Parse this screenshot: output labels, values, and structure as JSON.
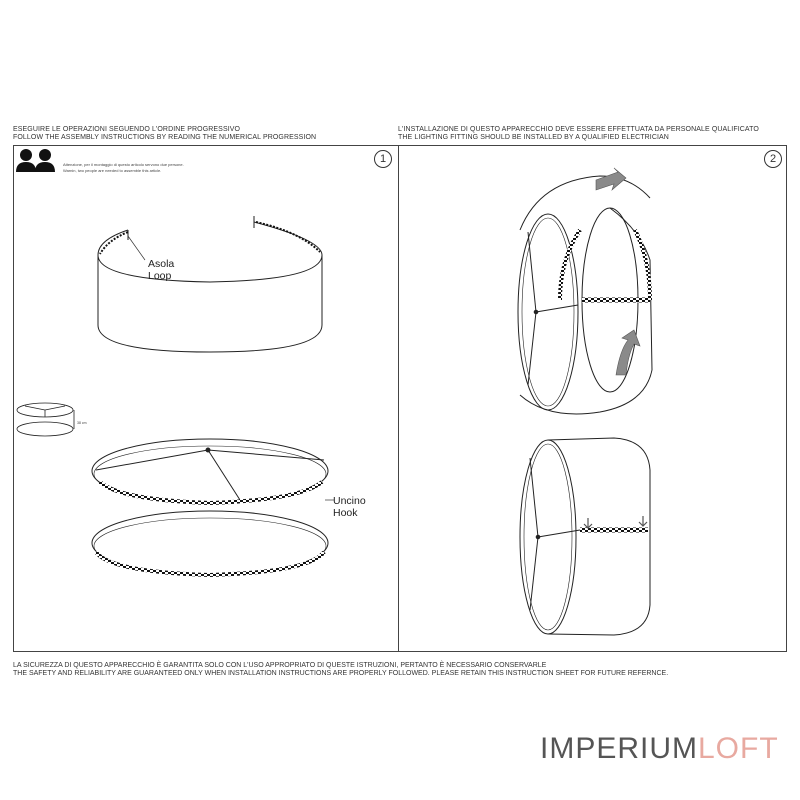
{
  "header": {
    "left_it": "ESEGUIRE LE OPERAZIONI SEGUENDO L'ORDINE PROGRESSIVO",
    "left_en": "FOLLOW THE ASSEMBLY INSTRUCTIONS BY READING THE NUMERICAL PROGRESSION",
    "right_it": "L'INSTALLAZIONE DI QUESTO APPARECCHIO DEVE ESSERE EFFETTUATA DA PERSONALE QUALIFICATO",
    "right_en": "THE LIGHTING FITTING SHOULD BE INSTALLED BY A QUALIFIED ELECTRICIAN"
  },
  "step1": {
    "number": "1",
    "warning_it": "Attenzione, per il montaggio di questo articolo servono due persone.",
    "warning_en": "Warnin, two people are needed to assemble this article.",
    "loop_it": "Asola",
    "loop_en": "Loop",
    "hook_it": "Uncino",
    "hook_en": "Hook",
    "dim_label": "38 cm",
    "icon": "two-people-icon"
  },
  "step2": {
    "number": "2"
  },
  "footer": {
    "it": "LA SICUREZZA DI QUESTO APPARECCHIO È GARANTITA SOLO CON L'USO APPROPRIATO DI QUESTE ISTRUZIONI, PERTANTO È NECESSARIO CONSERVARLE",
    "en": "THE SAFETY AND RELIABILITY ARE GUARANTEED ONLY WHEN INSTALLATION INSTRUCTIONS ARE PROPERLY FOLLOWED. PLEASE RETAIN THIS INSTRUCTION SHEET FOR FUTURE REFERNCE."
  },
  "brand": {
    "part1": "IMPERIUM",
    "part2": "LOFT",
    "accent_color": "#e8a9a0"
  }
}
